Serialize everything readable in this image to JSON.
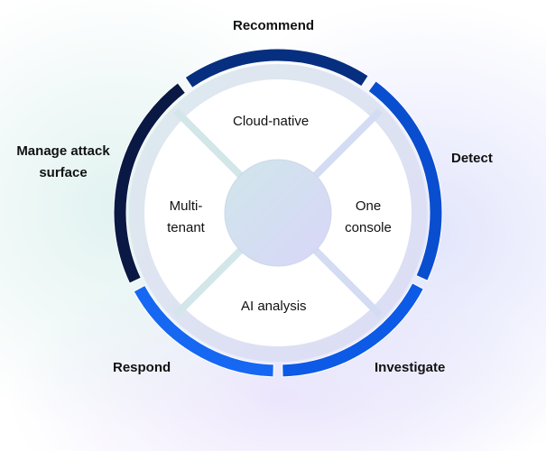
{
  "diagram": {
    "outer_segments": [
      {
        "label": "Recommend",
        "color": "#072f80"
      },
      {
        "label": "Manage attack surface",
        "line1": "Manage attack",
        "line2": "surface",
        "color": "#0a1844"
      },
      {
        "label": "Respond",
        "color": "#1668f2"
      },
      {
        "label": "Investigate",
        "color": "#0c5ae6"
      },
      {
        "label": "Detect",
        "color": "#0a4ed0"
      }
    ],
    "inner_quadrants": [
      {
        "label": "Cloud-native"
      },
      {
        "label": "One console",
        "line1": "One",
        "line2": "console"
      },
      {
        "label": "AI analysis"
      },
      {
        "label": "Multi-tenant",
        "line1": "Multi-",
        "line2": "tenant"
      }
    ],
    "colors": {
      "inner_ring": "#dfe7f1",
      "spoke": "#d6e4ee",
      "hub_start": "#cfe6ea",
      "hub_end": "#d9d6f8"
    }
  }
}
